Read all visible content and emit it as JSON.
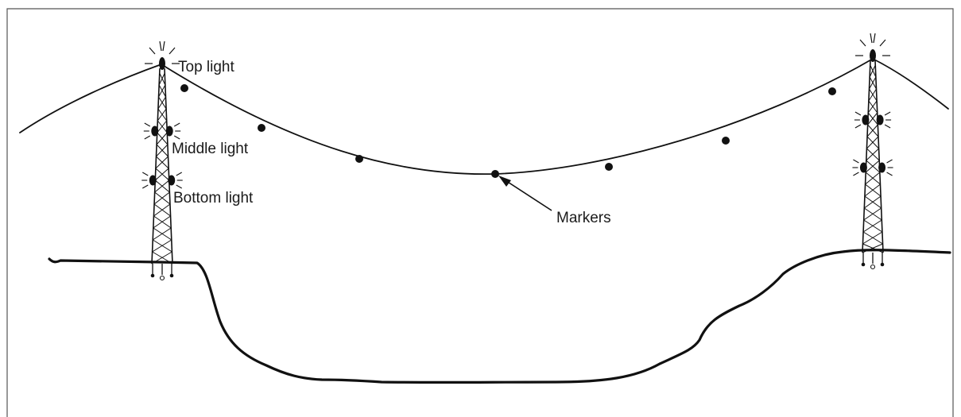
{
  "labels": {
    "top": "Top light",
    "middle": "Middle light",
    "bottom": "Bottom light",
    "markers": "Markers"
  },
  "colors": {
    "line": "#111111",
    "frame": "#555555",
    "background": "#ffffff"
  },
  "icons": [
    "warning-light-icon",
    "transmission-tower-icon",
    "marker-ball-icon"
  ]
}
